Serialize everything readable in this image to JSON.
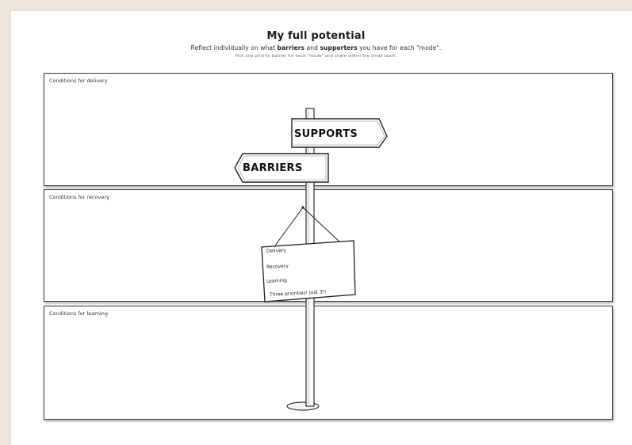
{
  "worksheet": {
    "title": "My full potential",
    "subtitle_pre": "Reflect individually on what ",
    "subtitle_b1": "barriers",
    "subtitle_mid": " and ",
    "subtitle_b2": "supporters",
    "subtitle_post": " you have for each \"mode\".",
    "note": "Pick one priority barrier for each \"mode\" and share within the small team.",
    "rows": [
      {
        "label": "Conditions for delivery"
      },
      {
        "label": "Conditions for recovery"
      },
      {
        "label": "Conditions for learning"
      }
    ],
    "signs": {
      "supports": "SUPPORTS",
      "barriers": "BARRIERS"
    },
    "board_lines": [
      "Delivery",
      "Recovery",
      "Learning",
      "Three priorities! Just 3!!"
    ]
  }
}
